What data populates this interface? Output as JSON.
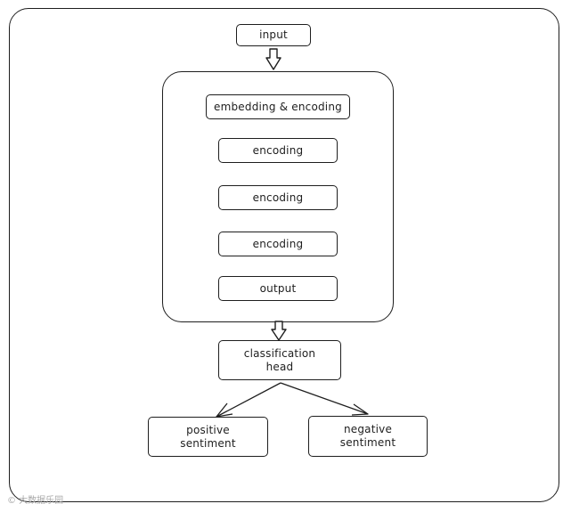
{
  "nodes": {
    "input": "input",
    "embedding_encoding": "embedding & encoding",
    "encoding_1": "encoding",
    "encoding_2": "encoding",
    "encoding_3": "encoding",
    "output": "output",
    "classification_head": "classification\nhead",
    "positive": "positive\nsentiment",
    "negative": "negative\nsentiment"
  },
  "watermark": "© 大数据乐园"
}
